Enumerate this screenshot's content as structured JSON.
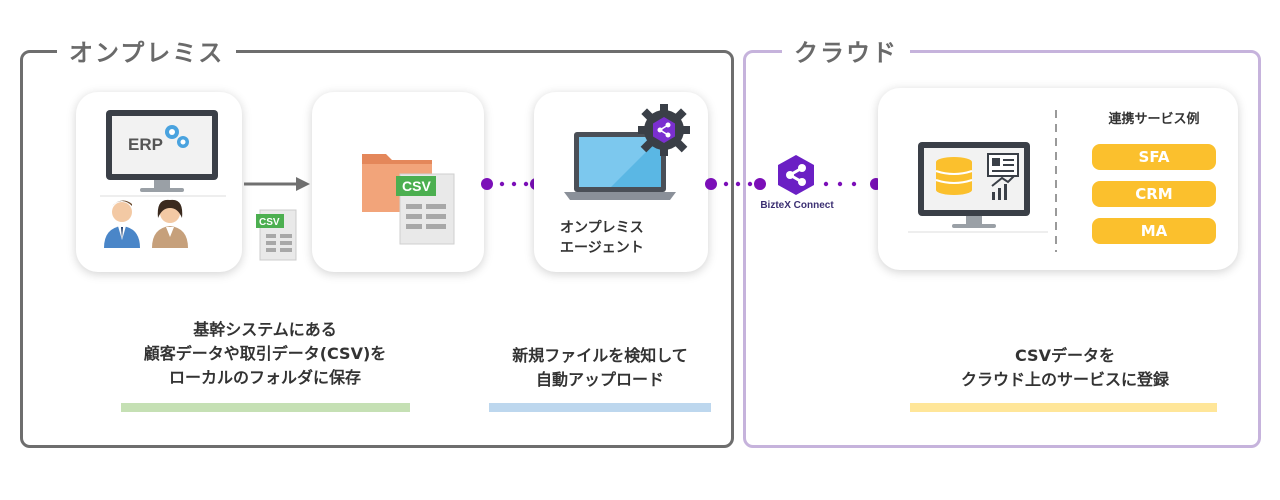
{
  "frames": {
    "onprem_title": "オンプレミス",
    "cloud_title": "クラウド"
  },
  "erp_card": {
    "screen_text": "ERP",
    "file_text": "CSV"
  },
  "folder_card": {
    "file_text": "CSV"
  },
  "agent_card": {
    "line1": "オンプレミス",
    "line2": "エージェント"
  },
  "bizlex": {
    "label": "BizteX Connect"
  },
  "cloud_card": {
    "header": "連携サービス例",
    "services": [
      "SFA",
      "CRM",
      "MA"
    ]
  },
  "captions": {
    "step1": [
      "基幹システムにある",
      "顧客データや取引データ(CSV)を",
      "ローカルのフォルダに保存"
    ],
    "step2": [
      "新規ファイルを検知して",
      "自動アップロード"
    ],
    "step3": [
      "CSVデータを",
      "クラウド上のサービスに登録"
    ]
  },
  "colors": {
    "step1_bar": "#c5e0b4",
    "step2_bar": "#bdd7ee",
    "step3_bar": "#ffe699",
    "connector": "#7b0fb8",
    "service_pill": "#fbc02d"
  }
}
